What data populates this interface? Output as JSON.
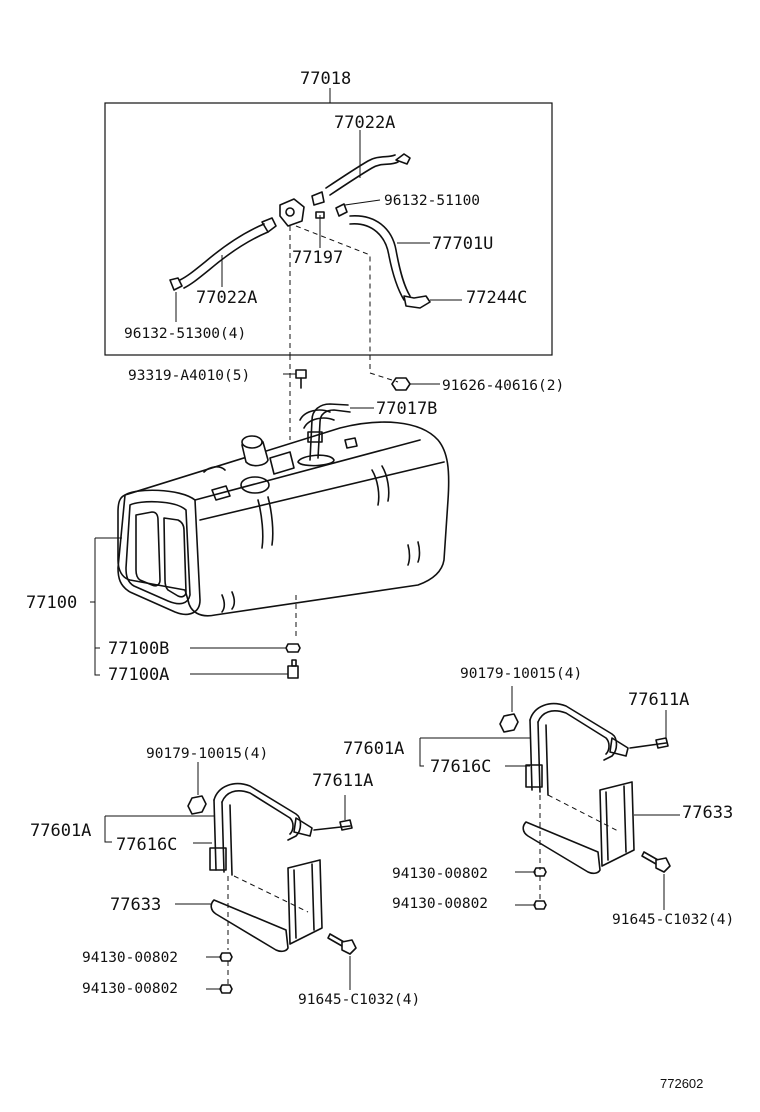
{
  "labels": {
    "assy_77018": "77018",
    "hose_77022a_top": "77022A",
    "clamp_96132_51100": "96132-51100",
    "hose_77701u": "77701U",
    "part_77197": "77197",
    "hose_77022a_left": "77022A",
    "joint_77244c": "77244C",
    "clamp_96132_51300": "96132-51300(4)",
    "screw_93319": "93319-A4010(5)",
    "bolt_91626": "91626-40616(2)",
    "gauge_77017b": "77017B",
    "tank_77100": "77100",
    "plug_77100b": "77100B",
    "plug_77100a": "77100A",
    "nut_90179_right": "90179-10015(4)",
    "bolt_77611a_right": "77611A",
    "band_77601a_right": "77601A",
    "band_77616c_right": "77616C",
    "bracket_77633_right": "77633",
    "nut_94130_r1": "94130-00802",
    "nut_94130_r2": "94130-00802",
    "bolt_91645_right": "91645-C1032(4)",
    "nut_90179_left": "90179-10015(4)",
    "bolt_77611a_left": "77611A",
    "band_77601a_left": "77601A",
    "band_77616c_left": "77616C",
    "bracket_77633_left": "77633",
    "nut_94130_l1": "94130-00802",
    "nut_94130_l2": "94130-00802",
    "bolt_91645_left": "91645-C1032(4)",
    "figure_number": "772602"
  }
}
